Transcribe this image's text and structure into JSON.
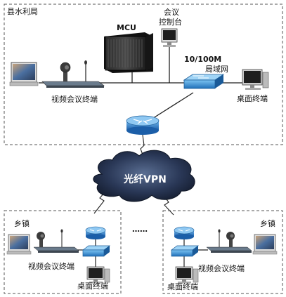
{
  "county": {
    "title": "县水利局",
    "mcu_label": "MCU",
    "console_line1": "会议",
    "console_line2": "控制台",
    "lan_speed": "10/100M",
    "lan_label": "局域网",
    "video_terminal": "视频会议终端",
    "desktop_terminal": "桌面终端"
  },
  "wan": {
    "label": "光纤VPN"
  },
  "town_left": {
    "title": "乡镇",
    "video_terminal": "视频会议终端",
    "desktop_terminal": "桌面终端"
  },
  "town_right": {
    "title": "乡镇",
    "video_terminal": "视频会议终端",
    "desktop_terminal": "桌面终端"
  },
  "ellipsis": "……",
  "colors": {
    "switch": "#2f8fd6",
    "router": "#2a7fd0",
    "cloud": "#1e2a44",
    "frame": "#555555",
    "line": "#222222"
  }
}
